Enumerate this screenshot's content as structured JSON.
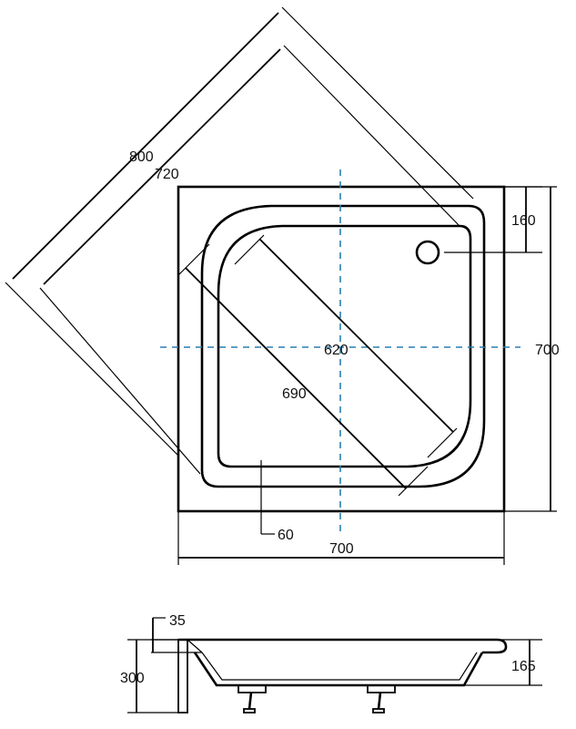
{
  "plan_view": {
    "dimensions": {
      "diag_outer": "800",
      "diag_inner": "720",
      "diag_620": "620",
      "diag_690": "690",
      "drain_offset": "160",
      "height": "700",
      "width": "700",
      "rim_gap": "60"
    }
  },
  "side_view": {
    "dimensions": {
      "rim": "35",
      "total_height": "300",
      "tray_depth": "165"
    }
  },
  "colors": {
    "line": "#000000",
    "center_axis": "#2a7fb0"
  }
}
